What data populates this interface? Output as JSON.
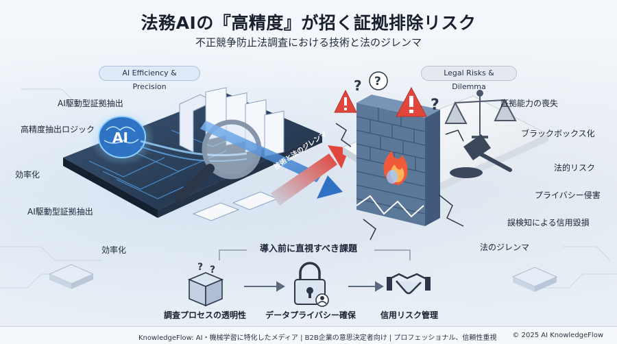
{
  "header": {
    "title": "法務AIの『高精度』が招く証拠排除リスク",
    "subtitle": "不正競争防止法調査における技術と法のジレンマ"
  },
  "left_panel": {
    "pill": "AI Efficiency & Precision",
    "chip_text": "AI",
    "labels": [
      "AI駆動型証拠抽出",
      "高精度抽出ロジック",
      "効率化",
      "AI駆動型証拠抽出",
      "効率化"
    ]
  },
  "right_panel": {
    "pill": "Legal Risks & Dilemma",
    "labels": [
      "証拠能力の喪失",
      "ブラックボックス化",
      "法的リスク",
      "プライバシー侵害",
      "誤検知による信用毀損",
      "法のジレンマ"
    ]
  },
  "arrow_text": "技術と法のジレンマ",
  "bottom": {
    "section_title": "導入前に直視すべき課題",
    "steps": [
      "調査プロセスの透明性",
      "データプライバシー確保",
      "信用リスク管理"
    ]
  },
  "footer": {
    "left": "KnowledgeFlow: AI・機械学習に特化したメディア | B2B企業の意思決定者向け | プロフェッショナル、信頼性重視",
    "right": "© 2025 AI KnowledgeFlow"
  },
  "colors": {
    "accent_blue": "#3f86d8",
    "danger_red": "#e0463c",
    "brick": "#5b7899",
    "slate": "#2b3646"
  }
}
